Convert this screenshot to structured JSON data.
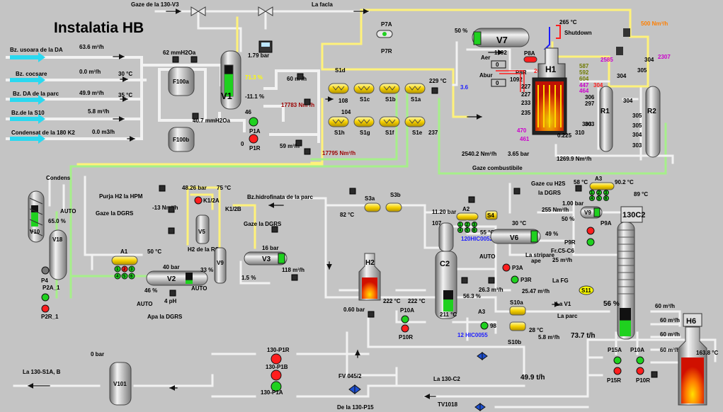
{
  "title": "Instalatia HB",
  "colors": {
    "bg": "#c4c4c4",
    "pipe_white": "#f2f2f2",
    "pipe_yellow": "#fff27a",
    "pipe_green": "#a6ef8a",
    "level_green": "#1fd11f",
    "alarm_red": "#ff1e1e",
    "value_blue": "#1d1dff",
    "value_orange": "#ff7f00",
    "value_magenta": "#cc00cc",
    "value_darkred": "#9a0000"
  },
  "feeds": [
    {
      "name": "Bz. usoara de la DA",
      "flow": "63.6 m³/h"
    },
    {
      "name": "Bz. cocsare",
      "flow": "0.0 m³/h",
      "temp": "30 °C"
    },
    {
      "name": "Bz. DA de la parc",
      "flow": "49.9 m³/h",
      "temp": "35 °C"
    },
    {
      "name": "Bz.de la S10",
      "flow": "5.8 m³/h"
    },
    {
      "name": "Condensat de la 180 K2",
      "flow": "0.0 m3/h"
    }
  ],
  "top": {
    "gas_from": "Gaze de la 130-V3",
    "flare": "La facla"
  },
  "v1": {
    "name": "V1",
    "pressure": "1.79 bar",
    "level": "71.3 %",
    "level_pct": 71.3,
    "diff": "-11.1 %"
  },
  "f100": {
    "a": "F100a",
    "b": "F100b",
    "dp_top": "62 mmH2Oa",
    "dp_bot": "40.7 mmH2Oa"
  },
  "p1": {
    "a": "P1A",
    "r": "P1R",
    "a_val": "46",
    "r_val": "0"
  },
  "mid": {
    "f1": "60 m³/h",
    "f2": "59 m³/h",
    "h2_1": "17783 Nm³/h",
    "h2_2": "17795 Nm³/h",
    "s1d": "S1d",
    "t108": "108",
    "t104": "104",
    "t229": "229 °C",
    "t237": "237",
    "v36": "3.6"
  },
  "exchangers_top": [
    "S1c",
    "S1b",
    "S1a"
  ],
  "exchangers_bot": [
    "S1h",
    "S1g",
    "S1f",
    "S1e"
  ],
  "v7": {
    "name": "V7",
    "level": "50 %",
    "p7a": "P7A",
    "p7r": "P7R"
  },
  "h1": {
    "name": "H1",
    "t265": "265 °C",
    "shutdown": "Shutdown",
    "aer": "Aer",
    "abur": "Abur",
    "v1092a": "1092",
    "v0a": "0",
    "v1092b": "1092",
    "v0b": "0",
    "p8a": "P8A",
    "p8r": "P8R",
    "v201": "20.1",
    "temps_green": [
      "587",
      "592",
      "604"
    ],
    "temps_mag": [
      "447",
      "464"
    ],
    "t304": "304",
    "temps_right": [
      "306",
      "297",
      "303",
      "310"
    ],
    "temps_left": [
      "227",
      "227",
      "233",
      "235"
    ],
    "v470": "470",
    "v461": "461",
    "v0225": "0.225"
  },
  "fuel": {
    "flow1": "2540.2 Nm³/h",
    "press": "3.65 bar",
    "flow2": "1269.9 Nm³/h",
    "label": "Gaze combustibile"
  },
  "reactors": {
    "r1": "R1",
    "r2": "R2",
    "v500": "500 Nm³/h",
    "v2585": "2585",
    "v2307": "2307",
    "v304a": "304",
    "v305a": "305",
    "v304b": "304",
    "v304c": "304",
    "r2_temps": [
      "305",
      "305",
      "304",
      "303"
    ],
    "r1_temp": "303"
  },
  "v10": {
    "name": "V10",
    "v18": "V18",
    "condens": "Condens",
    "auto": "AUTO",
    "level": "65.0 %",
    "p4": "P4",
    "p2a": "P2A_1",
    "p2r": "P2R_1"
  },
  "hpm": {
    "purja": "Purja H2 la HPM",
    "dgrs": "Gaze la DGRS",
    "flow": "-13 Nm³/h",
    "press": "48.26 bar",
    "temp": "75 °C",
    "k1": "K1/2A",
    "k2": "K1/2B",
    "v5": "V5",
    "h2rc": "H2 de la RC",
    "v9": "V9"
  },
  "a1": {
    "name": "A1",
    "btns": [
      "1",
      "2",
      "3",
      "4",
      "5",
      "6"
    ]
  },
  "v2": {
    "name": "V2",
    "t": "50 °C",
    "p": "40 bar",
    "level": "33 %",
    "level_pct": 33,
    "l46": "46 %",
    "auto1": "AUTO",
    "auto2": "AUTO",
    "ph": "4 pH",
    "apa": "Apa la DGRS"
  },
  "v3": {
    "name": "V3",
    "dgrs": "Gaze la DGRS",
    "p": "16 bar",
    "flow": "118 m³/h",
    "pct": "1.5 %"
  },
  "bz_parc": "Bz.hidrofinata de la parc",
  "s3": {
    "a": "S3a",
    "b": "S3b",
    "t": "82 °C"
  },
  "h2": {
    "name": "H2",
    "p": "0.60 bar",
    "t1": "222 °C",
    "t2": "222 °C",
    "p10a": "P10A",
    "p10r": "P10R"
  },
  "c2": {
    "name": "C2",
    "p": "11.20 bar",
    "t107": "107",
    "t211": "211 °C",
    "level": "56.3 %",
    "level_pct": 56.3
  },
  "a2": {
    "name": "A2",
    "t": "55 °C",
    "hic": "120HIC0052",
    "btns": [
      "1",
      "2",
      "3",
      "4",
      "5",
      "6"
    ]
  },
  "s4": "S4",
  "v6": {
    "name": "V6",
    "t": "30 °C",
    "level": "49 %",
    "stripare": "La stripare",
    "ape": "ape",
    "auto": "AUTO",
    "p3a": "P3A",
    "p3r": "P3R",
    "fg": "La FG",
    "f1": "26.3 m³/h",
    "f2": "25.47 m³/h"
  },
  "h2s": {
    "label": "Gaze cu H2S",
    "dgrs": "la DGRS",
    "flow": "255 Nm³/h",
    "p": "1.00 bar",
    "level": "50 %"
  },
  "a3": {
    "name": "A3",
    "t1": "58 °C",
    "t2": "90.2 °C",
    "t3": "89 °C",
    "btns": [
      "1",
      "2",
      "3",
      "4",
      "5",
      "6"
    ],
    "name2": "A3",
    "v98": "98",
    "hic": "12 HIC0055"
  },
  "v9b": {
    "name": "V9",
    "p9a": "P9A",
    "p9r": "P9R"
  },
  "fr": {
    "c5c6": "Fr.C5-C6",
    "flow": "25 m³/h"
  },
  "c130": {
    "name": "130C2",
    "level": "56 %",
    "level_pct": 56,
    "s11": "S11"
  },
  "s10": {
    "a": "S10a",
    "b": "S10b",
    "t": "28 °C",
    "flow": "5.8 m³/h",
    "v1": "La V1",
    "parc": "La parc"
  },
  "h6": {
    "name": "H6",
    "flows": [
      "60 m³/h",
      "60 m³/h",
      "60 m³/h",
      "60 m³/h"
    ],
    "t": "163.8 °C"
  },
  "bottom": {
    "f737": "73.7 t/h",
    "f499": "49.9 t/h",
    "p15a": "P15A",
    "p15r": "P15R",
    "p10a": "P10A",
    "p10r": "P10R",
    "v101": "V101",
    "bar0": "0 bar",
    "s1a": "La 130-S1A, B",
    "p1r": "130-P1R",
    "p1b": "130-P1B",
    "p1a": "130-P1A",
    "fv": "FV 045/2",
    "c2": "La 130-C2",
    "p15": "De la 130-P15",
    "tv": "TV1018"
  }
}
